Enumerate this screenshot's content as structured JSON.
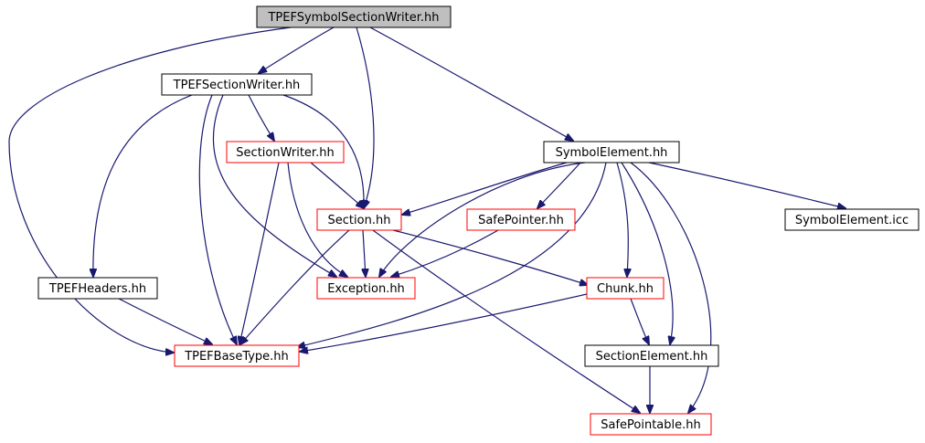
{
  "colors": {
    "edge": "#191970",
    "root_fill": "#bfbfbf",
    "normal_border": "#000000",
    "truncated_border": "#ff0000",
    "node_fill": "#ffffff"
  },
  "nodes": [
    {
      "id": "root",
      "label": "TPEFSymbolSectionWriter.hh",
      "style": "root"
    },
    {
      "id": "tsw",
      "label": "TPEFSectionWriter.hh",
      "style": "normal"
    },
    {
      "id": "sw",
      "label": "SectionWriter.hh",
      "style": "truncated"
    },
    {
      "id": "sec",
      "label": "Section.hh",
      "style": "truncated"
    },
    {
      "id": "se",
      "label": "SymbolElement.hh",
      "style": "normal"
    },
    {
      "id": "sp",
      "label": "SafePointer.hh",
      "style": "truncated"
    },
    {
      "id": "sei",
      "label": "SymbolElement.icc",
      "style": "normal"
    },
    {
      "id": "th",
      "label": "TPEFHeaders.hh",
      "style": "normal"
    },
    {
      "id": "exc",
      "label": "Exception.hh",
      "style": "truncated"
    },
    {
      "id": "chunk",
      "label": "Chunk.hh",
      "style": "truncated"
    },
    {
      "id": "tbt",
      "label": "TPEFBaseType.hh",
      "style": "truncated"
    },
    {
      "id": "sel",
      "label": "SectionElement.hh",
      "style": "normal"
    },
    {
      "id": "spt",
      "label": "SafePointable.hh",
      "style": "truncated"
    }
  ],
  "edges": [
    {
      "from": "root",
      "to": "tsw"
    },
    {
      "from": "root",
      "to": "tbt"
    },
    {
      "from": "root",
      "to": "sec"
    },
    {
      "from": "root",
      "to": "se"
    },
    {
      "from": "tsw",
      "to": "sw"
    },
    {
      "from": "tsw",
      "to": "sec"
    },
    {
      "from": "tsw",
      "to": "th"
    },
    {
      "from": "tsw",
      "to": "tbt"
    },
    {
      "from": "tsw",
      "to": "exc"
    },
    {
      "from": "sw",
      "to": "sec"
    },
    {
      "from": "sw",
      "to": "exc"
    },
    {
      "from": "sw",
      "to": "tbt"
    },
    {
      "from": "sec",
      "to": "exc"
    },
    {
      "from": "sec",
      "to": "chunk"
    },
    {
      "from": "sec",
      "to": "tbt"
    },
    {
      "from": "sec",
      "to": "spt"
    },
    {
      "from": "se",
      "to": "sec"
    },
    {
      "from": "se",
      "to": "sp"
    },
    {
      "from": "se",
      "to": "sei"
    },
    {
      "from": "se",
      "to": "exc"
    },
    {
      "from": "se",
      "to": "chunk"
    },
    {
      "from": "se",
      "to": "tbt"
    },
    {
      "from": "se",
      "to": "sel"
    },
    {
      "from": "se",
      "to": "spt"
    },
    {
      "from": "sp",
      "to": "exc"
    },
    {
      "from": "th",
      "to": "tbt"
    },
    {
      "from": "chunk",
      "to": "tbt"
    },
    {
      "from": "chunk",
      "to": "sel"
    },
    {
      "from": "sel",
      "to": "spt"
    }
  ]
}
